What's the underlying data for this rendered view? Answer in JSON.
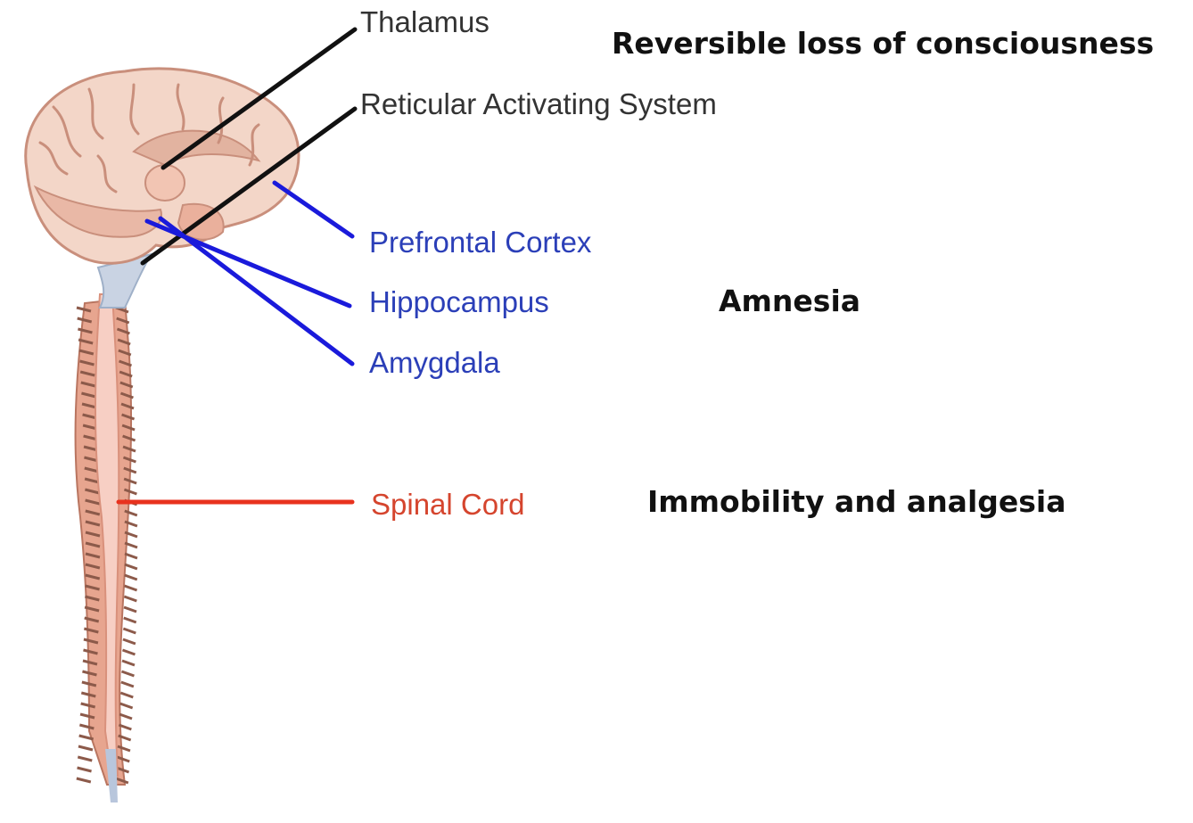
{
  "labels": {
    "thalamus": "Thalamus",
    "ras": "Reticular Activating System",
    "prefrontal": "Prefrontal Cortex",
    "hippocampus": "Hippocampus",
    "amygdala": "Amygdala",
    "spinal_cord": "Spinal Cord"
  },
  "effects": {
    "consciousness": "Reversible loss of consciousness",
    "amnesia": "Amnesia",
    "immobility": "Immobility and analgesia"
  },
  "colors": {
    "black_leader": "#111111",
    "blue_leader": "#1a1adb",
    "blue_text": "#2b3fb8",
    "red_leader": "#e8321e",
    "red_text": "#d5452e",
    "gray_text": "#333333",
    "brain_fill": "#f3c9b6",
    "brain_stroke": "#c98f7c",
    "cord_fill": "#f4b7a3"
  }
}
